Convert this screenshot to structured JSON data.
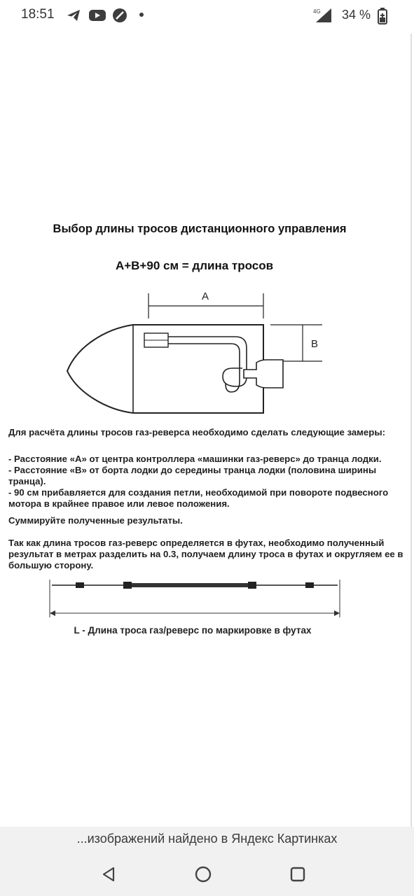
{
  "status_bar": {
    "time": "18:51",
    "network": "4G",
    "battery": "34 %",
    "icons": [
      "telegram-icon",
      "youtube-icon",
      "no-disturb-icon",
      "dot-icon",
      "signal-icon",
      "battery-icon"
    ]
  },
  "document": {
    "title": "Выбор длины тросов дистанционного управления",
    "formula": "A+B+90 см = длина тросов",
    "diagram": {
      "label_a": "A",
      "label_b": "B"
    },
    "intro": "Для расчёта длины тросов газ-реверса необходимо сделать следующие замеры:",
    "bullet_a": "- Расстояние «А» от центра контроллера «машинки газ-реверс» до транца лодки.",
    "bullet_b": "- Расстояние «В» от борта лодки до середины транца лодки (половина ширины транца).",
    "bullet_c": "- 90 см прибавляется для создания петли, необходимой при повороте подвесного мотора в крайнее правое или левое положения.",
    "sum": "Суммируйте полученные результаты.",
    "feet_note": "Так как длина тросов газ-реверс определяется в футах, необходимо полученный результат в метрах разделить на 0.3, получаем длину троса в футах и округляем ее в большую сторону.",
    "cable_caption": "L - Длина троса газ/реверс по маркировке в футах"
  },
  "banner": {
    "text": "...изображений найдено в Яндекс Картинках"
  },
  "navbar": {
    "back": "back-icon",
    "home": "home-icon",
    "recents": "recents-icon"
  }
}
